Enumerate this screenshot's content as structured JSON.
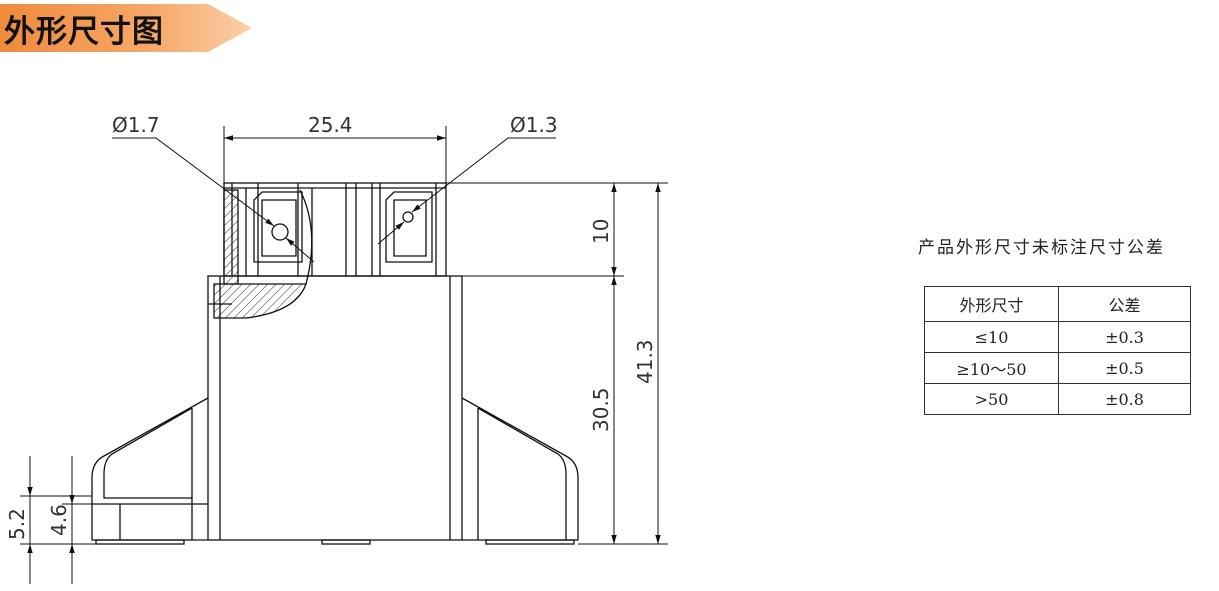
{
  "header": {
    "title": "外形尺寸图",
    "banner_color": "#f5a45a"
  },
  "dimensions": {
    "hole_left": "Ø1.7",
    "width_top": "25.4",
    "hole_right": "Ø1.3",
    "terminal_height": "10",
    "body_height": "30.5",
    "total_height": "41.3",
    "base_height_outer": "5.2",
    "base_height_inner": "4.6"
  },
  "tolerance": {
    "note": "产品外形尺寸未标注尺寸公差",
    "headers": [
      "外形尺寸",
      "公差"
    ],
    "rows": [
      {
        "range": "≤10",
        "tol": "±0.3"
      },
      {
        "range": "≥10～50",
        "tol": "±0.5"
      },
      {
        "range": ">50",
        "tol": "±0.8"
      }
    ]
  }
}
